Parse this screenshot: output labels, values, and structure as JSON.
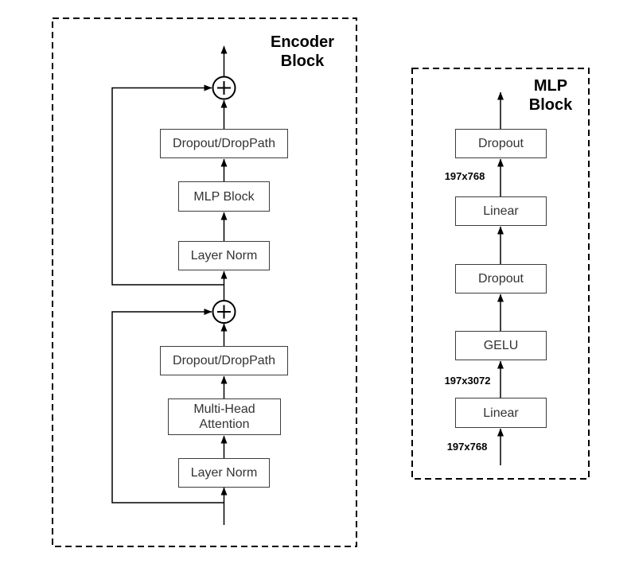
{
  "diagram": {
    "background_color": "#ffffff",
    "line_color": "#000000",
    "box_border_color": "#3c3c3c",
    "box_text_color": "#333333",
    "title_color": "#000000"
  },
  "encoder_block": {
    "title": "Encoder\nBlock",
    "add_operator": "+",
    "boxes": [
      {
        "label": "Dropout/DropPath"
      },
      {
        "label": "MLP Block"
      },
      {
        "label": "Layer Norm"
      },
      {
        "label": "Dropout/DropPath"
      },
      {
        "label": "Multi-Head Attention"
      },
      {
        "label": "Layer Norm"
      }
    ]
  },
  "mlp_block": {
    "title": "MLP\nBlock",
    "boxes": [
      {
        "label": "Dropout"
      },
      {
        "label": "Linear"
      },
      {
        "label": "Dropout"
      },
      {
        "label": "GELU"
      },
      {
        "label": "Linear"
      }
    ],
    "dimension_labels": [
      {
        "text": "197x768"
      },
      {
        "text": "197x3072"
      },
      {
        "text": "197x768"
      }
    ]
  }
}
